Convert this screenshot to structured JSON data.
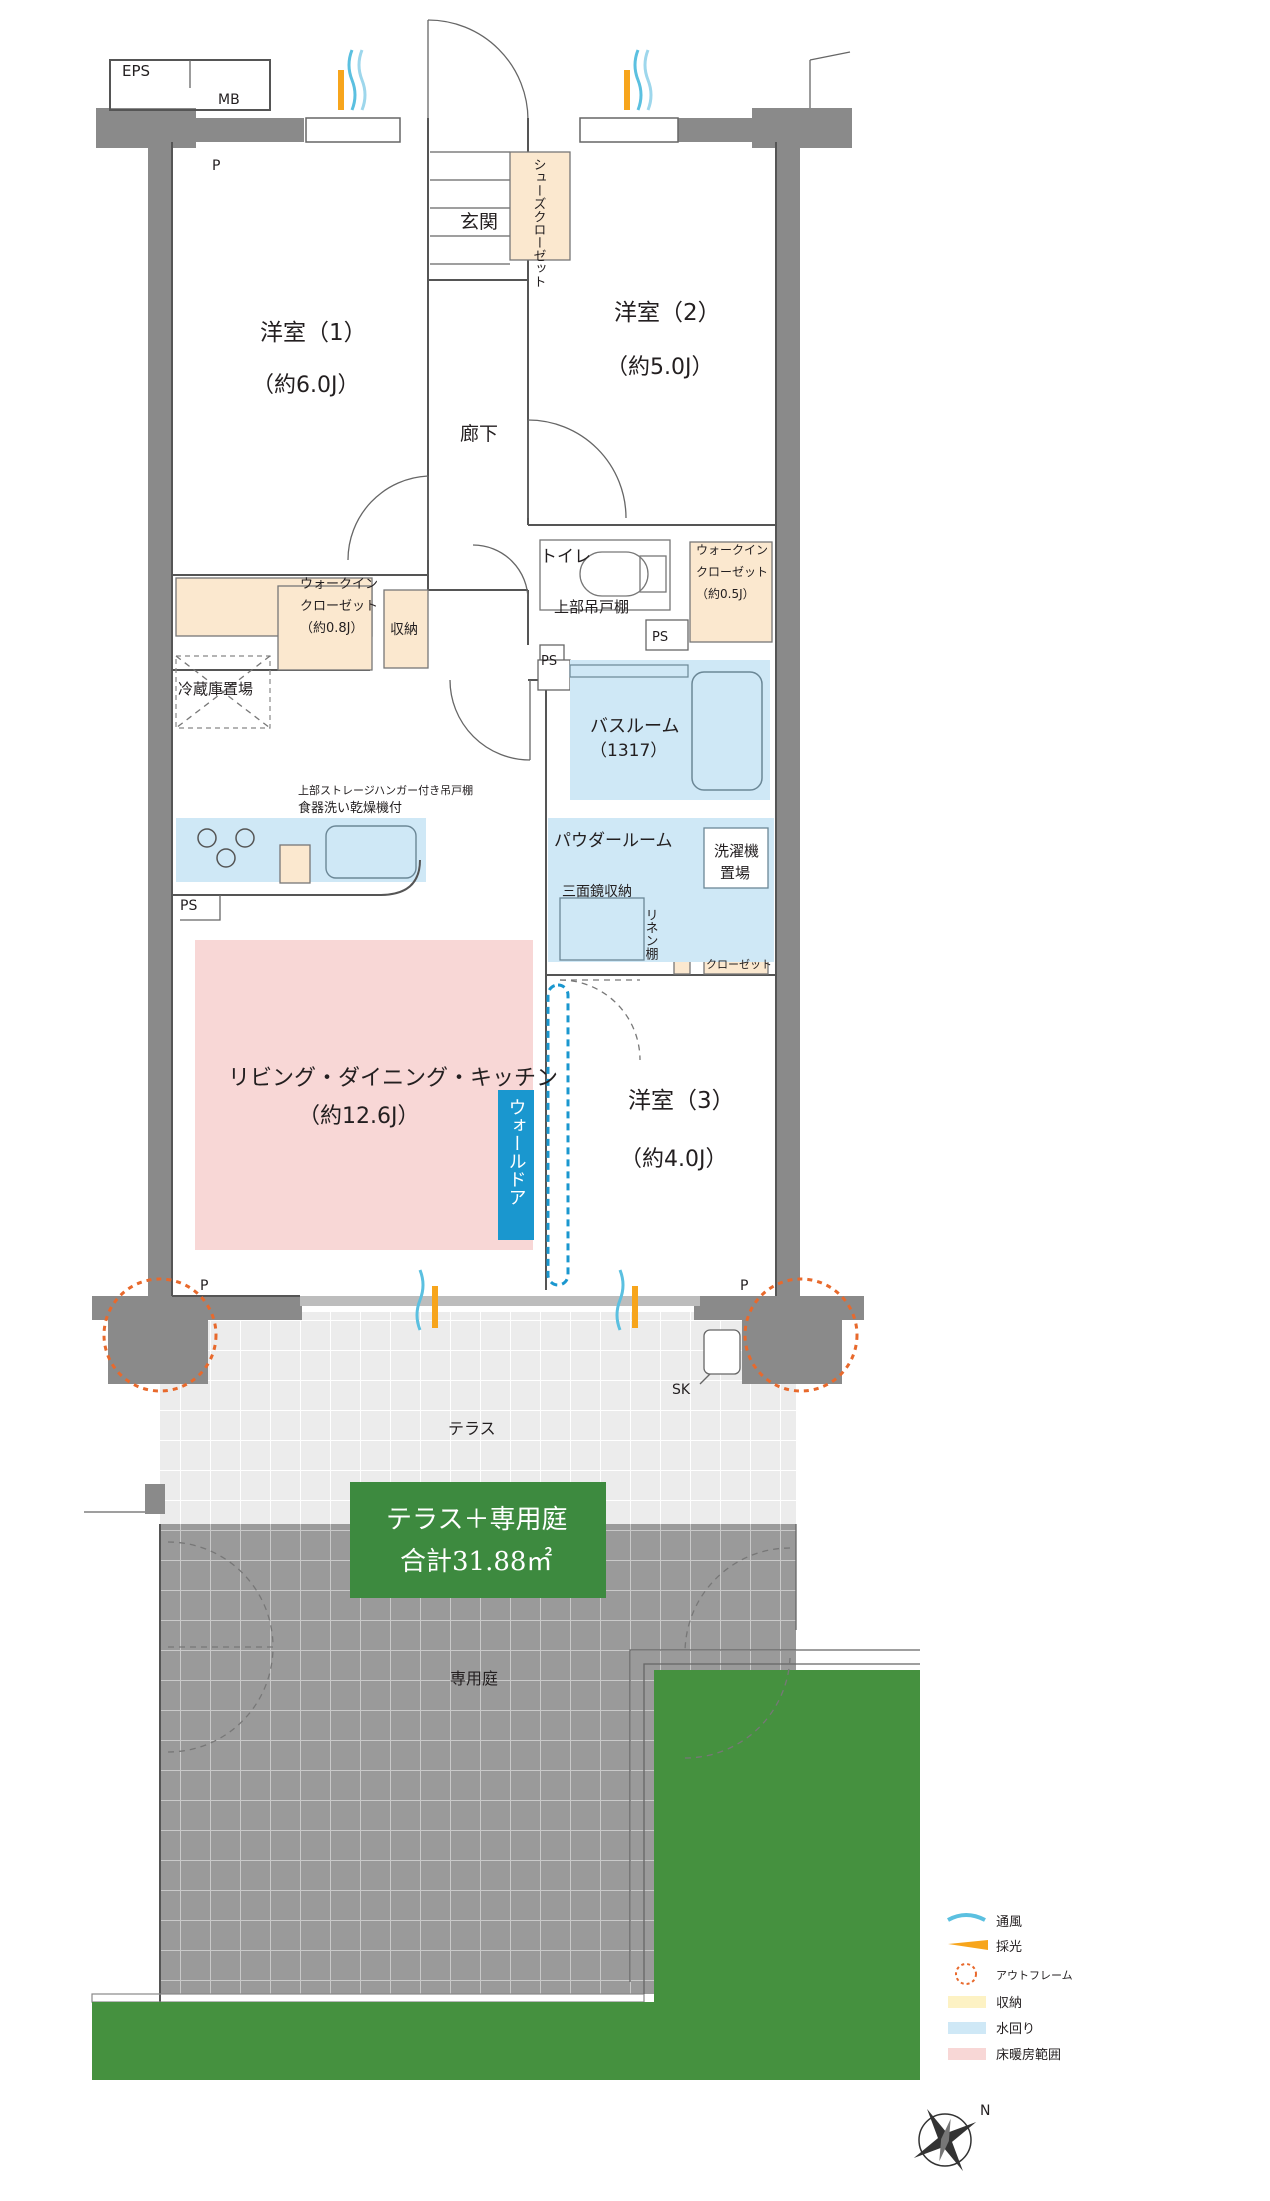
{
  "top_labels": {
    "eps": "EPS",
    "mb": "MB"
  },
  "markers": {
    "p": "P",
    "ps": "PS",
    "sk": "SK"
  },
  "rooms": {
    "genkan": "玄関",
    "shoes_closet": "シューズクローゼット",
    "western1": {
      "name": "洋室（1）",
      "size": "（約6.0J）"
    },
    "western2": {
      "name": "洋室（2）",
      "size": "（約5.0J）"
    },
    "corridor": "廊下",
    "toilet": "トイレ",
    "upper_cabinet": "上部吊戸棚",
    "wic1": {
      "line1": "ウォークイン",
      "line2": "クローゼット",
      "line3": "（約0.8J）"
    },
    "wic2": {
      "line1": "ウォークイン",
      "line2": "クローゼット",
      "line3": "（約0.5J）"
    },
    "storage": "収納",
    "fridge": "冷蔵庫置場",
    "kitchen_note1": "上部ストレージハンガー付き吊戸棚",
    "kitchen_note2": "食器洗い乾燥機付",
    "bathroom": {
      "name": "バスルーム",
      "size": "（1317）"
    },
    "powder": "パウダールーム",
    "washer": {
      "line1": "洗濯機",
      "line2": "置場"
    },
    "mirror": "三面鏡収納",
    "linen": "リネン棚",
    "closet": "クローゼット",
    "ldk": {
      "name": "リビング・ダイニング・キッチン",
      "size": "（約12.6J）"
    },
    "wall_door": "ウォールドア",
    "western3": {
      "name": "洋室（3）",
      "size": "（約4.0J）"
    },
    "terrace": "テラス",
    "garden": "専用庭"
  },
  "area_badge": {
    "line1": "テラス＋専用庭",
    "line2": "合計31.88㎡"
  },
  "legend": [
    {
      "label": "通風",
      "icon": "ventilation-icon",
      "color": "#5bc0e0"
    },
    {
      "label": "採光",
      "icon": "daylight-icon",
      "color": "#f7a51c"
    },
    {
      "label": "アウトフレーム",
      "icon": "outframe-icon",
      "color": "#e8692c"
    },
    {
      "label": "収納",
      "icon": "storage-swatch",
      "color": "#fdf2c4"
    },
    {
      "label": "水回り",
      "icon": "water-swatch",
      "color": "#cfe8f6"
    },
    {
      "label": "床暖房範囲",
      "icon": "floor-heating-swatch",
      "color": "#f8d7d6"
    }
  ],
  "compass": {
    "north": "N"
  },
  "colors": {
    "wall": "#8a8a8a",
    "storage": "#fbe8cf",
    "water": "#cfe8f6",
    "heating": "#f8d7d6",
    "wall_door_tag": "#1a97cf",
    "badge": "#3d8a3f",
    "lawn": "#45913f",
    "terrace_tile": "#ececec",
    "garden_tile": "#9a9a9a"
  }
}
